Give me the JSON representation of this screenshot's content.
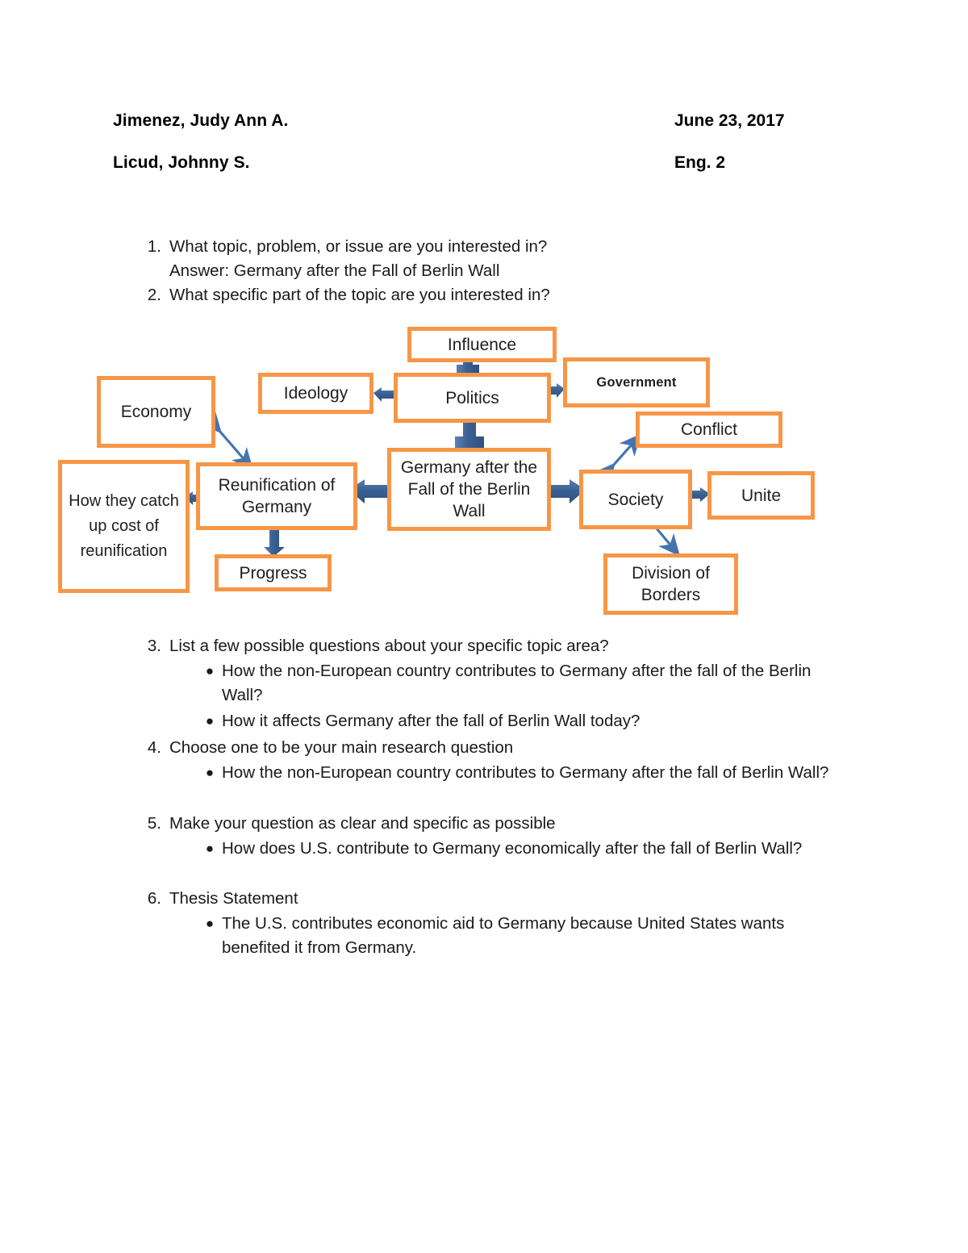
{
  "header": {
    "author_1": "Jimenez, Judy Ann A.",
    "author_2": "Licud, Johnny S.",
    "date": "June 23, 2017",
    "course": "Eng. 2"
  },
  "colors": {
    "node_border": "#F79646",
    "arrow_fill": "#3A6193",
    "text": "#1a1a1a",
    "page_background": "#FFFFFF"
  },
  "questions_top": [
    {
      "number": "1.",
      "text": "What  topic, problem, or issue are you interested in?",
      "answer": "Answer: Germany after the Fall of Berlin Wall"
    },
    {
      "number": "2.",
      "text": "What specific part of the topic are you interested in?"
    }
  ],
  "diagram": {
    "title": "Concept map: Germany after the Fall of the Berlin Wall",
    "nodes": [
      {
        "id": "influence",
        "label": "Influence"
      },
      {
        "id": "ideology",
        "label": "Ideology"
      },
      {
        "id": "politics",
        "label": "Politics"
      },
      {
        "id": "government",
        "label": "Government"
      },
      {
        "id": "conflict",
        "label": "Conflict"
      },
      {
        "id": "economy",
        "label": "Economy"
      },
      {
        "id": "center",
        "label": "Germany after the Fall of the Berlin Wall"
      },
      {
        "id": "reunification",
        "label": "Reunification of Germany"
      },
      {
        "id": "catchup",
        "label": "How they catch up cost of reunification"
      },
      {
        "id": "progress",
        "label": "Progress"
      },
      {
        "id": "society",
        "label": "Society"
      },
      {
        "id": "unite",
        "label": "Unite"
      },
      {
        "id": "borders",
        "label": "Division of Borders"
      }
    ],
    "edges": [
      {
        "from": "politics",
        "to": "influence",
        "style": "block-arrow"
      },
      {
        "from": "politics",
        "to": "ideology",
        "style": "block-arrow"
      },
      {
        "from": "politics",
        "to": "government",
        "style": "block-arrow"
      },
      {
        "from": "center",
        "to": "politics",
        "style": "block-arrow"
      },
      {
        "from": "center",
        "to": "reunification",
        "style": "block-arrow"
      },
      {
        "from": "center",
        "to": "society",
        "style": "block-arrow"
      },
      {
        "from": "reunification",
        "to": "catchup",
        "style": "block-arrow"
      },
      {
        "from": "reunification",
        "to": "progress",
        "style": "block-arrow"
      },
      {
        "from": "society",
        "to": "unite",
        "style": "block-arrow"
      },
      {
        "from": "economy",
        "to": "reunification",
        "style": "double-line"
      },
      {
        "from": "society",
        "to": "conflict",
        "style": "double-line"
      },
      {
        "from": "society",
        "to": "borders",
        "style": "line-arrow"
      }
    ]
  },
  "questions_bottom": [
    {
      "number": "3.",
      "text": "List a few possible questions about your specific topic area?",
      "bullets": [
        "How the non-European country contributes to Germany after the fall of the Berlin Wall?",
        "How it affects Germany after the fall of Berlin Wall today?"
      ]
    },
    {
      "number": "4.",
      "text": "Choose one to be your main research question",
      "bullets": [
        "How the non-European country contributes to Germany after the fall of Berlin Wall?"
      ]
    },
    {
      "number": "5.",
      "text": "Make your question as clear and specific as possible",
      "bullets": [
        "How does U.S. contribute to Germany economically after the fall of Berlin Wall?"
      ]
    },
    {
      "number": "6.",
      "text": "Thesis Statement",
      "bullets": [
        "The U.S. contributes economic aid to Germany because United States wants benefited it from Germany."
      ]
    }
  ]
}
